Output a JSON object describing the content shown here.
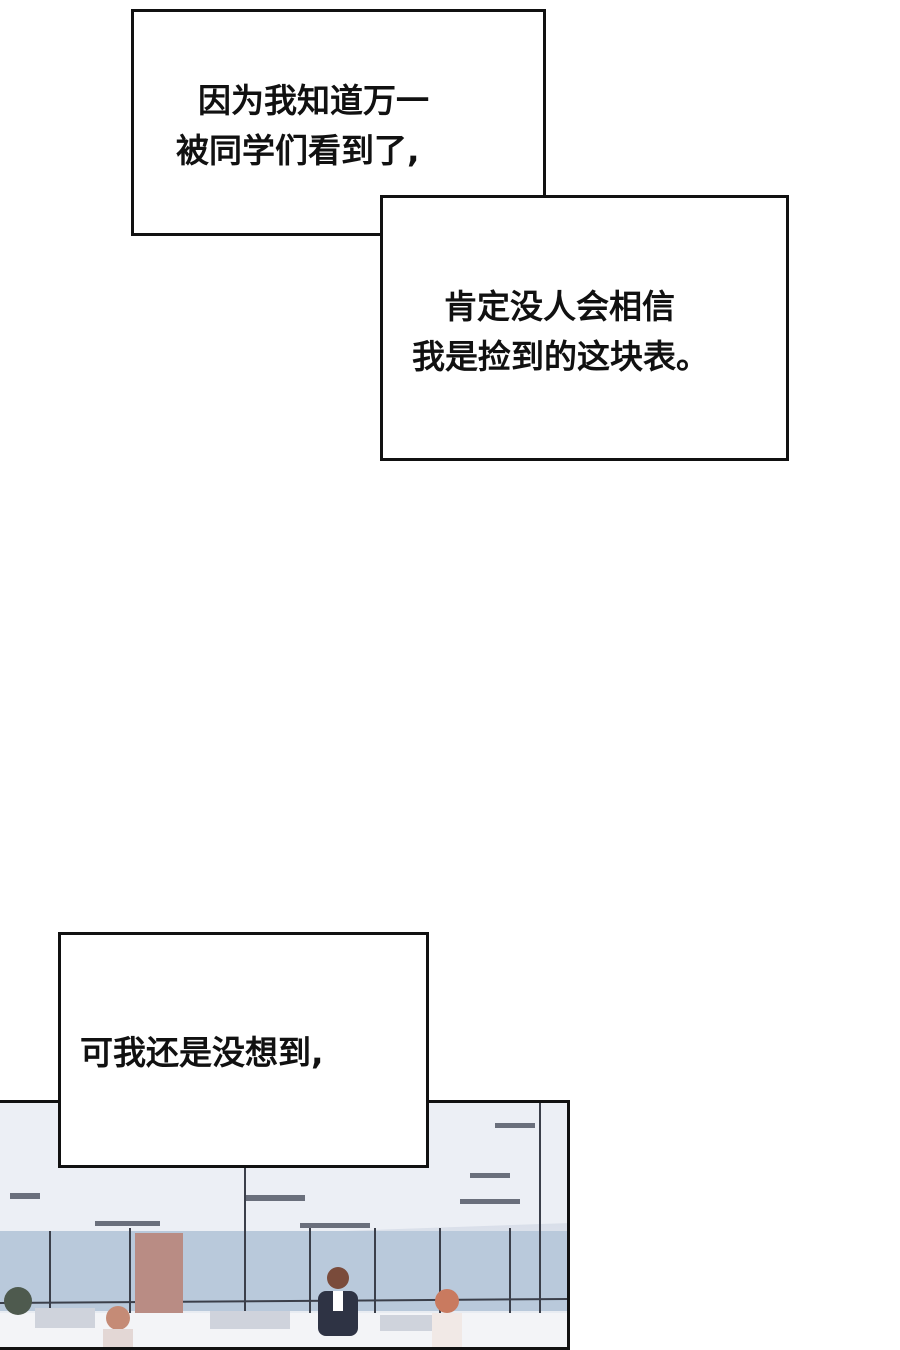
{
  "captions": {
    "first_line1": "因为我知道万一",
    "first_line2": "被同学们看到了,",
    "second_line1": "肯定没人会相信",
    "second_line2": "我是捡到的这块表。",
    "third": "可我还是没想到,"
  },
  "scene": {
    "description_icon": "office-interior-illustration"
  }
}
